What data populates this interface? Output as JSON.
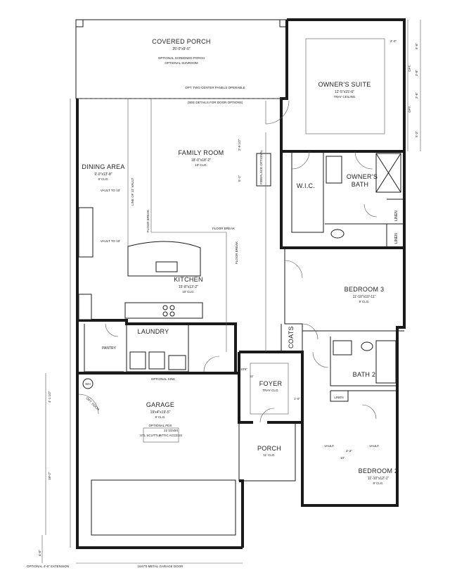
{
  "rooms": {
    "covered_porch": {
      "name": "COVERED PORCH",
      "size": "25'-0\"x9'-0\"",
      "note1": "OPTIONAL SCREENED PORCH",
      "note2": "OPTIONAL SUNROOM"
    },
    "owners_suite": {
      "name": "OWNER'S SUITE",
      "size": "12'-5\"x15'-6\"",
      "clg": "TRAY CEILING"
    },
    "family_room": {
      "name": "FAMILY ROOM",
      "size": "18'-0\"x18'-2\"",
      "clg": "10' CLG."
    },
    "dining_area": {
      "name": "DINING AREA",
      "size": "9'-0\"x13'-8\"",
      "clg": "9' CLG."
    },
    "kitchen": {
      "name": "KITCHEN",
      "size": "15'-8\"x13'-2\"",
      "clg": "10' CLG."
    },
    "wic": {
      "name": "W.I.C."
    },
    "owners_bath": {
      "name": "OWNER'S",
      "name2": "BATH"
    },
    "bedroom3": {
      "name": "BEDROOM 3",
      "size": "11'-10\"x10'-11\"",
      "clg": "9' CLG."
    },
    "laundry": {
      "name": "LAUNDRY"
    },
    "pantry": {
      "name": "PANTRY"
    },
    "coats": {
      "name": "COATS"
    },
    "foyer": {
      "name": "FOYER",
      "clg": "TRAY CLG."
    },
    "bath2": {
      "name": "BATH 2"
    },
    "linen_small": {
      "name": "LINEN"
    },
    "garage": {
      "name": "GARAGE",
      "size": "19'x4\"x19'-5\"",
      "clg": "9' CLG."
    },
    "porch": {
      "name": "PORCH",
      "clg": "11' CLG."
    },
    "bedroom2": {
      "name": "BEDROOM 2",
      "size": "11'-10\"x12'-1\"",
      "clg": "9' CLG."
    }
  },
  "labels": {
    "operable": "OPT. TWO CENTER PANELS OPERABLE",
    "see_details": "(SEE DETAILS FOR DOOR OPTIONS)",
    "vault_dining": "VAULT TO 10'",
    "vault_kitchen": "VAULT TO 10'",
    "line_vault": "LINE OF 11' VAULT",
    "floor_break_1": "FLOOR BREAK",
    "floor_break_2": "FLOOR BREAK",
    "floor_break_3": "FLOOR BREAK",
    "fireplace": "FIREPLACE OPTIONAL",
    "linen1": "LINEN",
    "linen2": "LINEN",
    "optional_sink": "OPTIONAL SINK",
    "wh": "WH",
    "opt_door": "OPT. DOOR",
    "optional_pds": "OPTIONAL PDS",
    "stl_scuttle": "STL SCUTTLE",
    "attic_size": "22 1/2x54",
    "attic_access": "ATTIC ACCESS",
    "vault_a": "VAULT",
    "vault_b": "VAULT",
    "garage_door": "16X7'0 METAL GARAGE DOOR",
    "optional_extension": "OPTIONAL 4'-0\" EXTENSION"
  },
  "dimensions": {
    "d_2_0": "2'-0\"",
    "d_5_6": "5'-6\"",
    "d_2_8": "2'-8\"",
    "d_2_6": "2'-6\"",
    "d_5_2": "5'-2\"",
    "opt1": "OPT.",
    "opt2": "OPT.",
    "d_fr": "2'-9 1/2\"",
    "d_fr2": "5'-1\"",
    "d_garage1": "4'-1 1/2\"",
    "d_garage2": "18'-2\"",
    "d_ext": "4'-0\"",
    "d_foyer": "11'",
    "d_foyer2": "10'6\"",
    "d_bed2": "2'-2\"",
    "d_bed2b": "10'",
    "d_foyer3": "1'-0\""
  }
}
